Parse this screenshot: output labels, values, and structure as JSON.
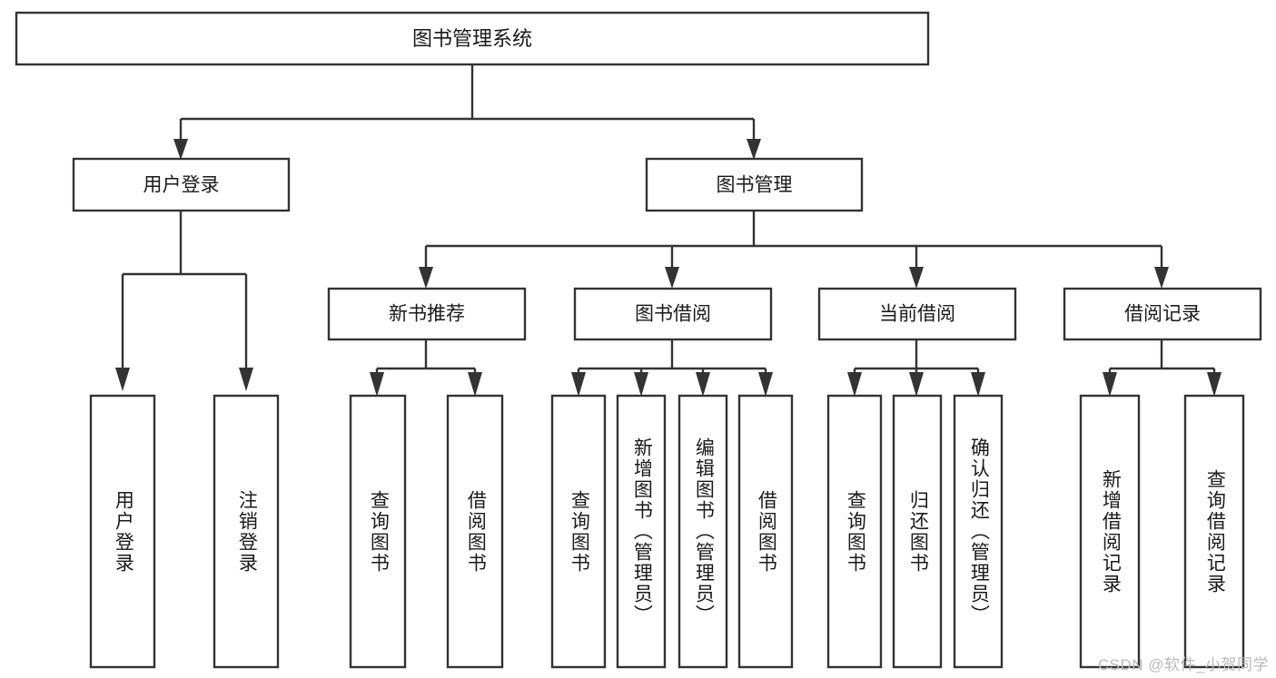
{
  "diagram": {
    "title": "图书管理系统",
    "type": "tree",
    "orientation": "top-down",
    "colors": {
      "box_stroke": "#333333",
      "box_fill": "#ffffff",
      "connector": "#333333",
      "text": "#1a1a1a",
      "background": "#ffffff",
      "watermark": "#b9b9b9"
    },
    "root": {
      "id": "root",
      "label": "图书管理系统",
      "orientation": "horizontal"
    },
    "level1": [
      {
        "id": "user-login",
        "label": "用户登录",
        "orientation": "horizontal"
      },
      {
        "id": "book-manage",
        "label": "图书管理",
        "orientation": "horizontal"
      }
    ],
    "level2": [
      {
        "id": "new-book-recommend",
        "label": "新书推荐",
        "parent": "book-manage",
        "orientation": "horizontal"
      },
      {
        "id": "book-borrow",
        "label": "图书借阅",
        "parent": "book-manage",
        "orientation": "horizontal"
      },
      {
        "id": "current-borrow",
        "label": "当前借阅",
        "parent": "book-manage",
        "orientation": "horizontal"
      },
      {
        "id": "borrow-record",
        "label": "借阅记录",
        "parent": "book-manage",
        "orientation": "horizontal"
      }
    ],
    "leaves": [
      {
        "id": "leaf-user-login",
        "label": "用户登录",
        "parent": "user-login",
        "orientation": "vertical"
      },
      {
        "id": "leaf-logout",
        "label": "注销登录",
        "parent": "user-login",
        "orientation": "vertical"
      },
      {
        "id": "leaf-query-book-1",
        "label": "查询图书",
        "parent": "new-book-recommend",
        "orientation": "vertical"
      },
      {
        "id": "leaf-borrow-book-1",
        "label": "借阅图书",
        "parent": "new-book-recommend",
        "orientation": "vertical"
      },
      {
        "id": "leaf-query-book-2",
        "label": "查询图书",
        "parent": "book-borrow",
        "orientation": "vertical"
      },
      {
        "id": "leaf-add-book",
        "label": "新增图书（管理员）",
        "parent": "book-borrow",
        "orientation": "vertical"
      },
      {
        "id": "leaf-edit-book",
        "label": "编辑图书（管理员）",
        "parent": "book-borrow",
        "orientation": "vertical"
      },
      {
        "id": "leaf-borrow-book-2",
        "label": "借阅图书",
        "parent": "book-borrow",
        "orientation": "vertical"
      },
      {
        "id": "leaf-query-book-3",
        "label": "查询图书",
        "parent": "current-borrow",
        "orientation": "vertical"
      },
      {
        "id": "leaf-return-book",
        "label": "归还图书",
        "parent": "current-borrow",
        "orientation": "vertical"
      },
      {
        "id": "leaf-confirm-return",
        "label": "确认归还（管理员）",
        "parent": "current-borrow",
        "orientation": "vertical"
      },
      {
        "id": "leaf-add-record",
        "label": "新增借阅记录",
        "parent": "borrow-record",
        "orientation": "vertical"
      },
      {
        "id": "leaf-query-record",
        "label": "查询借阅记录",
        "parent": "borrow-record",
        "orientation": "vertical"
      }
    ],
    "watermark": "CSDN @软件_小贺同学"
  }
}
